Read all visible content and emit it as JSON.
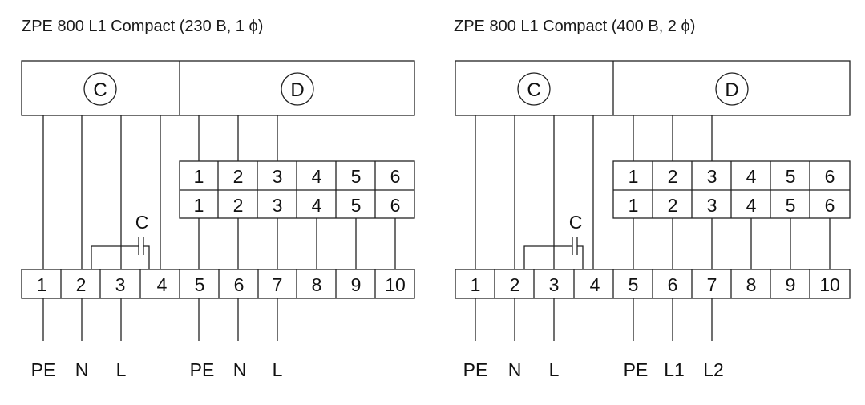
{
  "diagrams": [
    {
      "title": "ZPE 800 L1 Compact (230 В, 1 ϕ)",
      "block_c_label": "C",
      "block_d_label": "D",
      "upper_terminals": [
        "1",
        "2",
        "3",
        "4",
        "5",
        "6"
      ],
      "lower_terminals": [
        "1",
        "2",
        "3",
        "4",
        "5",
        "6"
      ],
      "capacitor_label": "C",
      "strip_terminals": [
        "1",
        "2",
        "3",
        "4",
        "5",
        "6",
        "7",
        "8",
        "9",
        "10"
      ],
      "supply_labels": [
        "PE",
        "N",
        "L",
        "PE",
        "N",
        "L"
      ]
    },
    {
      "title": "ZPE 800 L1 Compact (400 В, 2 ϕ)",
      "block_c_label": "C",
      "block_d_label": "D",
      "upper_terminals": [
        "1",
        "2",
        "3",
        "4",
        "5",
        "6"
      ],
      "lower_terminals": [
        "1",
        "2",
        "3",
        "4",
        "5",
        "6"
      ],
      "capacitor_label": "C",
      "strip_terminals": [
        "1",
        "2",
        "3",
        "4",
        "5",
        "6",
        "7",
        "8",
        "9",
        "10"
      ],
      "supply_labels": [
        "PE",
        "N",
        "L",
        "PE",
        "L1",
        "L2"
      ]
    }
  ],
  "colors": {
    "line": "#222222",
    "text": "#111111",
    "background": "#ffffff"
  }
}
